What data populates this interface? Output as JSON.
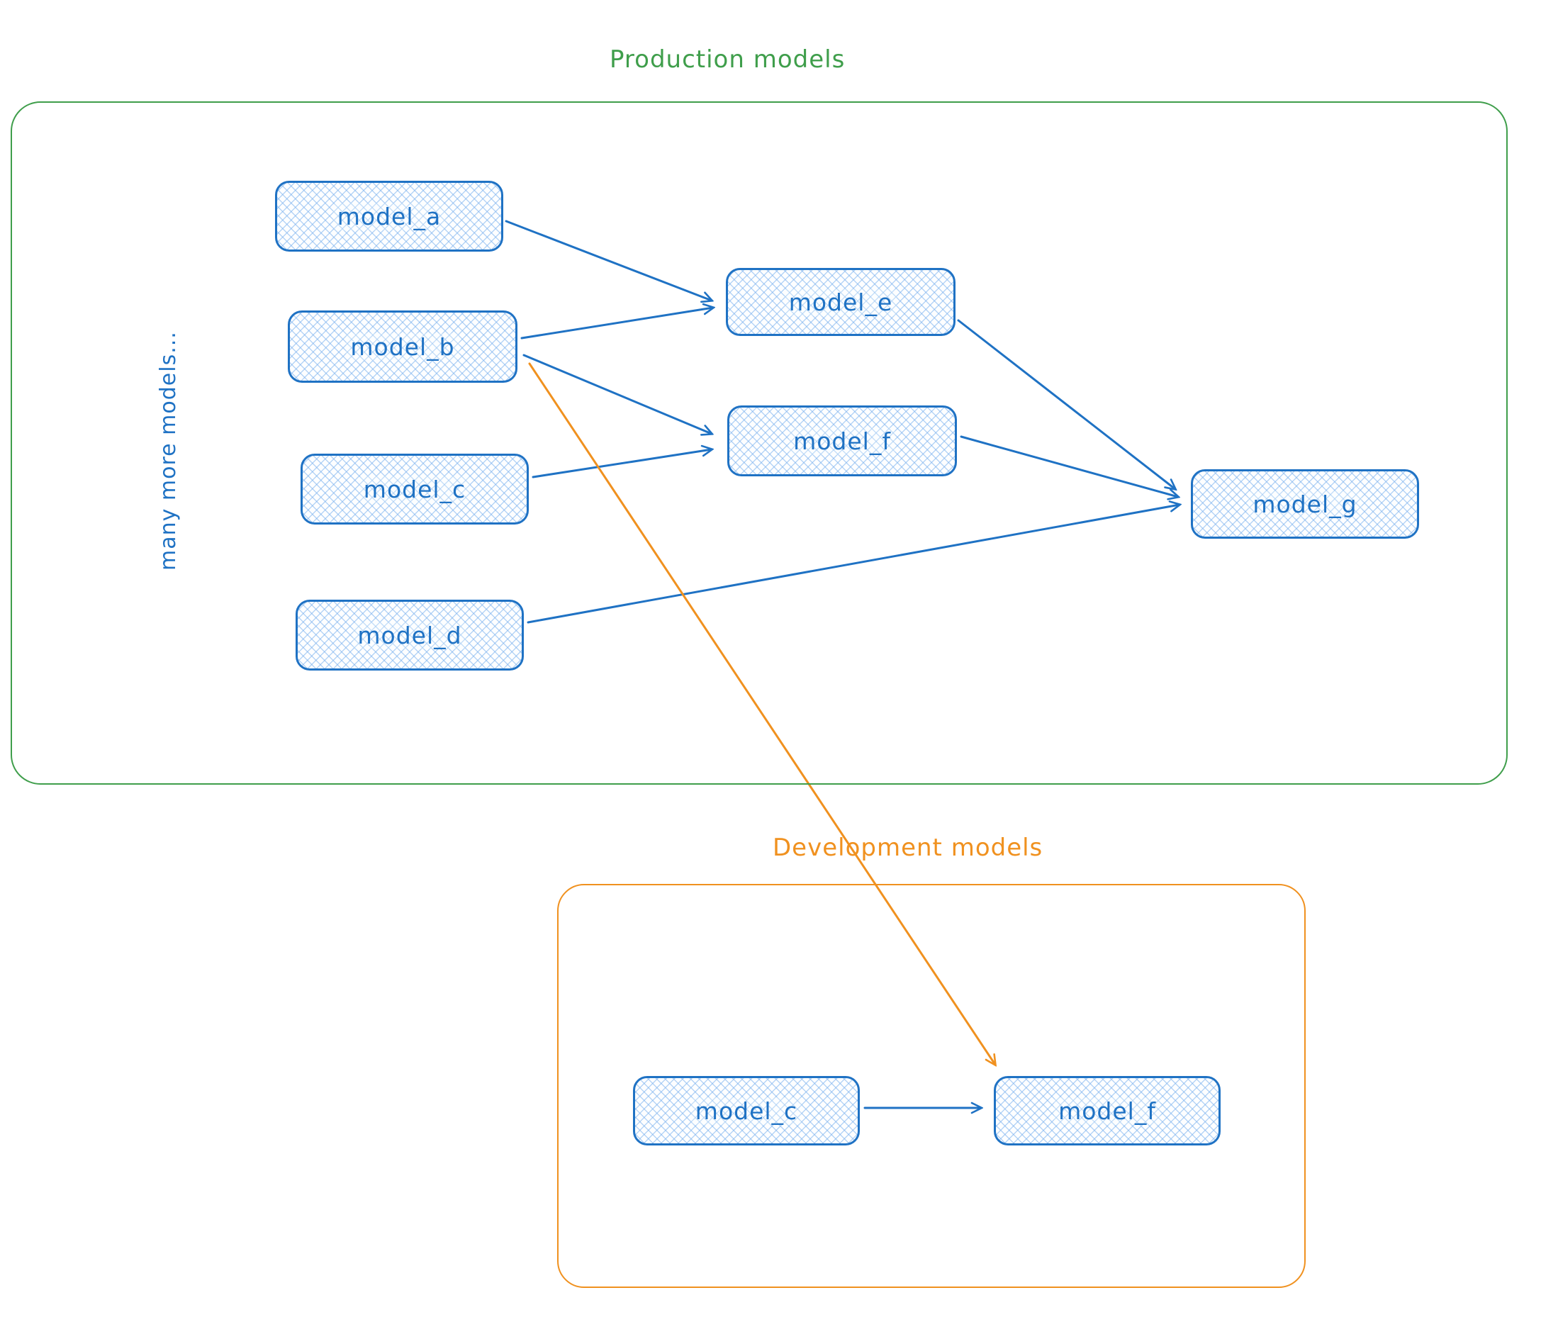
{
  "diagram": {
    "production": {
      "title": "Production models",
      "side_note": "many more models...",
      "nodes": {
        "a": {
          "label": "model_a"
        },
        "b": {
          "label": "model_b"
        },
        "c": {
          "label": "model_c"
        },
        "d": {
          "label": "model_d"
        },
        "e": {
          "label": "model_e"
        },
        "f": {
          "label": "model_f"
        },
        "g": {
          "label": "model_g"
        }
      }
    },
    "development": {
      "title": "Development models",
      "nodes": {
        "c": {
          "label": "model_c"
        },
        "f": {
          "label": "model_f"
        }
      }
    },
    "edges": [
      {
        "from": "prod_a",
        "to": "prod_e",
        "color": "blue"
      },
      {
        "from": "prod_b",
        "to": "prod_e",
        "color": "blue"
      },
      {
        "from": "prod_b",
        "to": "prod_f",
        "color": "blue"
      },
      {
        "from": "prod_c",
        "to": "prod_f",
        "color": "blue"
      },
      {
        "from": "prod_d",
        "to": "prod_g",
        "color": "blue"
      },
      {
        "from": "prod_e",
        "to": "prod_g",
        "color": "blue"
      },
      {
        "from": "prod_f",
        "to": "prod_g",
        "color": "blue"
      },
      {
        "from": "prod_b",
        "to": "dev_f",
        "color": "orange"
      },
      {
        "from": "dev_c",
        "to": "dev_f",
        "color": "blue"
      }
    ],
    "colors": {
      "blue": "#1f72c4",
      "green": "#3f9e4b",
      "orange": "#f0911f",
      "node_hatch": "#aecdf0"
    }
  }
}
